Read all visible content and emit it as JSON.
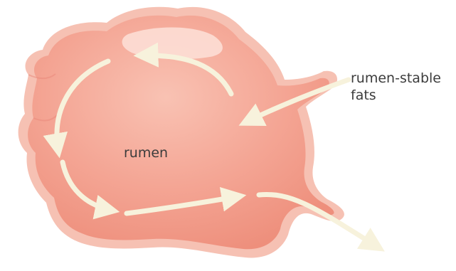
{
  "labels": {
    "rumen": "rumen",
    "fats_line1": "rumen-stable",
    "fats_line2": "fats"
  },
  "colors": {
    "rumen_fill": "#f4a594",
    "rumen_outline": "#f6c1b3",
    "rumen_highlight": "#fbd3c8",
    "arrow": "#f7f2dc",
    "text": "#3c3c3c"
  }
}
